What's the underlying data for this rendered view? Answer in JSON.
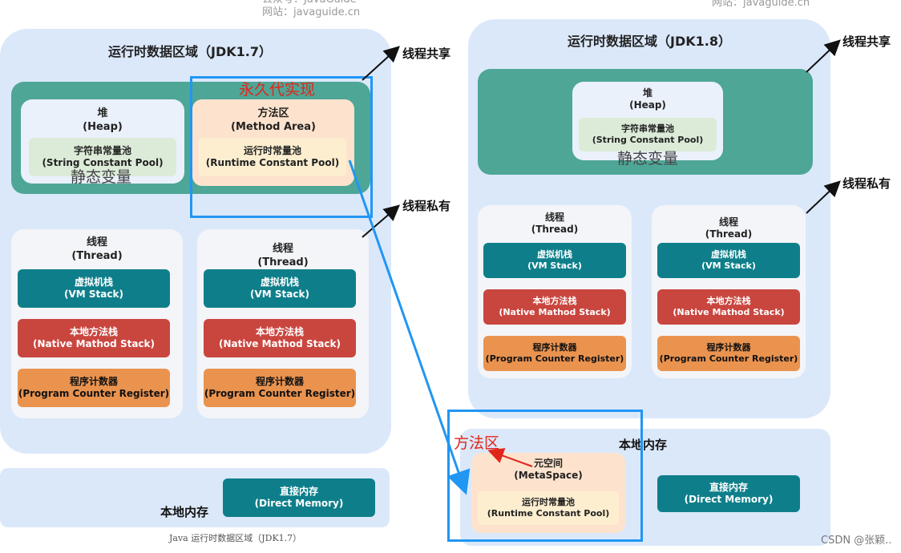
{
  "watermark": {
    "top_left_line1": "公众号：JavaGuide",
    "top_left_line2": "网站：javaguide.cn",
    "top_right": "网站：javaguide.cn",
    "bottom_caption": "Java 运行时数据区域（JDK1.7）",
    "csdn": "CSDN @张颖.."
  },
  "jdk17": {
    "title": "运行时数据区域（JDK1.7）",
    "shared_label": "线程共享",
    "private_label": "线程私有",
    "heap": {
      "name": "堆",
      "en": "(Heap)"
    },
    "string_pool": {
      "name": "字符串常量池",
      "en": "(String Constant Pool)"
    },
    "static_vars": "静态变量",
    "permgen_note": "永久代实现",
    "method_area": {
      "name": "方法区",
      "en": "(Method Area)"
    },
    "runtime_pool": {
      "name": "运行时常量池",
      "en": "(Runtime Constant Pool)"
    },
    "threads": [
      {
        "title": "线程",
        "title_en": "(Thread)",
        "vm_stack": "虚拟机栈",
        "vm_stack_en": "(VM Stack)",
        "native": "本地方法栈",
        "native_en": "(Native Mathod Stack)",
        "pc": "程序计数器",
        "pc_en": "(Program Counter Register)"
      },
      {
        "title": "线程",
        "title_en": "(Thread)",
        "vm_stack": "虚拟机栈",
        "vm_stack_en": "(VM Stack)",
        "native": "本地方法栈",
        "native_en": "(Native Mathod Stack)",
        "pc": "程序计数器",
        "pc_en": "(Program Counter Register)"
      }
    ],
    "native_memory_label": "本地内存",
    "direct_memory": {
      "name": "直接内存",
      "en": "(Direct Memory)"
    }
  },
  "jdk18": {
    "title": "运行时数据区域（JDK1.8）",
    "shared_label": "线程共享",
    "private_label": "线程私有",
    "heap": {
      "name": "堆",
      "en": "(Heap)"
    },
    "string_pool": {
      "name": "字符串常量池",
      "en": "(String Constant Pool)"
    },
    "static_vars": "静态变量",
    "threads": [
      {
        "title": "线程",
        "title_en": "(Thread)",
        "vm_stack": "虚拟机栈",
        "vm_stack_en": "(VM Stack)",
        "native": "本地方法栈",
        "native_en": "(Native Mathod Stack)",
        "pc": "程序计数器",
        "pc_en": "(Program Counter Register)"
      },
      {
        "title": "线程",
        "title_en": "(Thread)",
        "vm_stack": "虚拟机栈",
        "vm_stack_en": "(VM Stack)",
        "native": "本地方法栈",
        "native_en": "(Native Mathod Stack)",
        "pc": "程序计数器",
        "pc_en": "(Program Counter Register)"
      }
    ],
    "native_memory_label": "本地内存",
    "method_area_note": "方法区",
    "metaspace": {
      "name": "元空间",
      "en": "(MetaSpace)"
    },
    "runtime_pool": {
      "name": "运行时常量池",
      "en": "(Runtime Constant Pool)"
    },
    "direct_memory": {
      "name": "直接内存",
      "en": "(Direct Memory)"
    }
  },
  "colors": {
    "area_bg": "#dbe8fa",
    "shared_band": "#4ea696",
    "vm_stack": "#0e7f8a",
    "native_stack": "#c9463f",
    "pc_register": "#ea934f",
    "highlight_frame": "#2196f3",
    "annotation_red": "#e0261a"
  }
}
